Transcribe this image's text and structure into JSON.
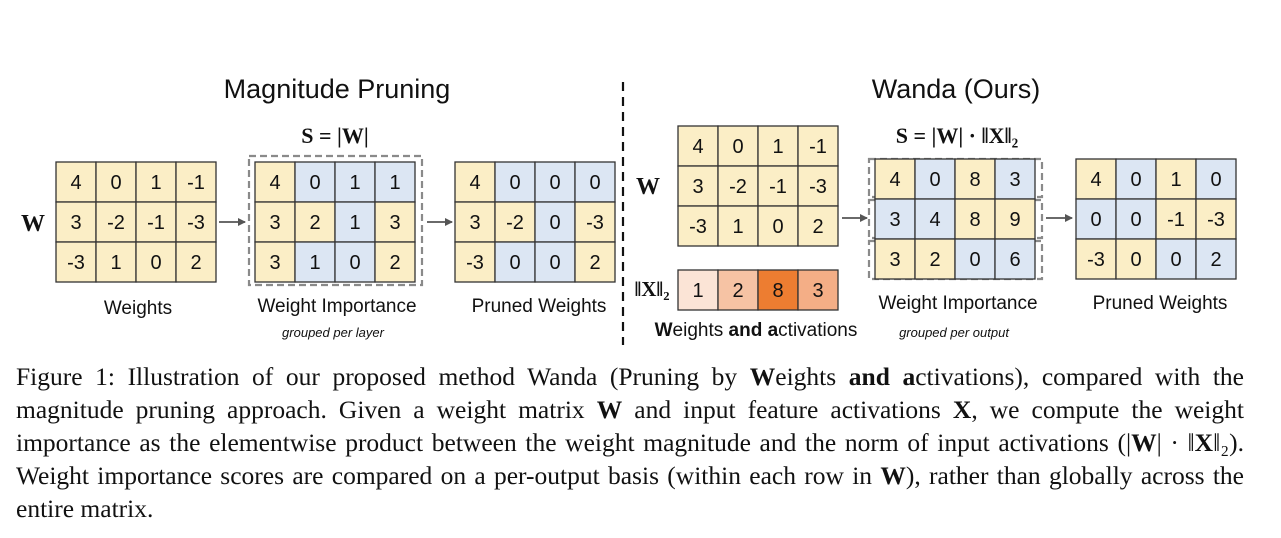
{
  "colors": {
    "keep": "#fbeec6",
    "prune": "#dce6f3",
    "grid": "#333333",
    "dashed": "#8a8a8a",
    "norm_scale": [
      "#fbe4d6",
      "#f6c3a4",
      "#ed7d31",
      "#f4ae86"
    ]
  },
  "left_panel": {
    "title": "Magnitude Pruning",
    "w_label": "W",
    "formula": "S = |W|",
    "weights": {
      "label": "Weights",
      "values": [
        [
          4,
          0,
          1,
          -1
        ],
        [
          3,
          -2,
          -1,
          -3
        ],
        [
          -3,
          1,
          0,
          2
        ]
      ],
      "keep": [
        [
          1,
          1,
          1,
          1
        ],
        [
          1,
          1,
          1,
          1
        ],
        [
          1,
          1,
          1,
          1
        ]
      ]
    },
    "importance": {
      "label": "Weight Importance",
      "sublabel": "grouped per layer",
      "values": [
        [
          4,
          0,
          1,
          1
        ],
        [
          3,
          2,
          1,
          3
        ],
        [
          3,
          1,
          0,
          2
        ]
      ],
      "keep": [
        [
          1,
          0,
          0,
          0
        ],
        [
          1,
          1,
          0,
          1
        ],
        [
          1,
          0,
          0,
          1
        ]
      ]
    },
    "pruned": {
      "label": "Pruned Weights",
      "values": [
        [
          4,
          0,
          0,
          0
        ],
        [
          3,
          -2,
          0,
          -3
        ],
        [
          -3,
          0,
          0,
          2
        ]
      ],
      "keep": [
        [
          1,
          0,
          0,
          0
        ],
        [
          1,
          1,
          0,
          1
        ],
        [
          1,
          0,
          0,
          1
        ]
      ]
    }
  },
  "right_panel": {
    "title": "Wanda (Ours)",
    "w_label": "W",
    "formula": "S = |W| · ‖X‖₂",
    "weights": {
      "values": [
        [
          4,
          0,
          1,
          -1
        ],
        [
          3,
          -2,
          -1,
          -3
        ],
        [
          -3,
          1,
          0,
          2
        ]
      ],
      "keep": [
        [
          1,
          1,
          1,
          1
        ],
        [
          1,
          1,
          1,
          1
        ],
        [
          1,
          1,
          1,
          1
        ]
      ]
    },
    "norm": {
      "label": "‖X‖₂",
      "values": [
        1,
        2,
        8,
        3
      ]
    },
    "activations_label": {
      "p1": "W",
      "p2": "eights ",
      "p3": "and ",
      "p4": "a",
      "p5": "ctivations"
    },
    "importance": {
      "label": "Weight Importance",
      "sublabel": "grouped per output",
      "values": [
        [
          4,
          0,
          8,
          3
        ],
        [
          3,
          4,
          8,
          9
        ],
        [
          3,
          2,
          0,
          6
        ]
      ],
      "keep": [
        [
          1,
          0,
          1,
          0
        ],
        [
          0,
          0,
          1,
          1
        ],
        [
          1,
          1,
          0,
          0
        ]
      ]
    },
    "pruned": {
      "label": "Pruned Weights",
      "values": [
        [
          4,
          0,
          1,
          0
        ],
        [
          0,
          0,
          -1,
          -3
        ],
        [
          -3,
          0,
          0,
          2
        ]
      ],
      "keep": [
        [
          1,
          0,
          1,
          0
        ],
        [
          0,
          0,
          1,
          1
        ],
        [
          1,
          1,
          0,
          0
        ]
      ]
    }
  },
  "caption": {
    "t1": "Figure 1: Illustration of our proposed method Wanda (Pruning by ",
    "b1": "W",
    "t2": "eights ",
    "b2": "and a",
    "t3": "ctivations), compared with the magnitude pruning approach. Given a weight matrix ",
    "b3": "W",
    "t4": " and input feature activations ",
    "b4": "X",
    "t5": ", we compute the weight importance as the elementwise product between the weight magnitude and the norm of input activations (|",
    "b5": "W",
    "t6": "| · ‖",
    "b6": "X",
    "t7": "‖₂). Weight importance scores are compared on a per-output basis (within each row in ",
    "b7": "W",
    "t8": "), rather than globally across the entire matrix."
  }
}
